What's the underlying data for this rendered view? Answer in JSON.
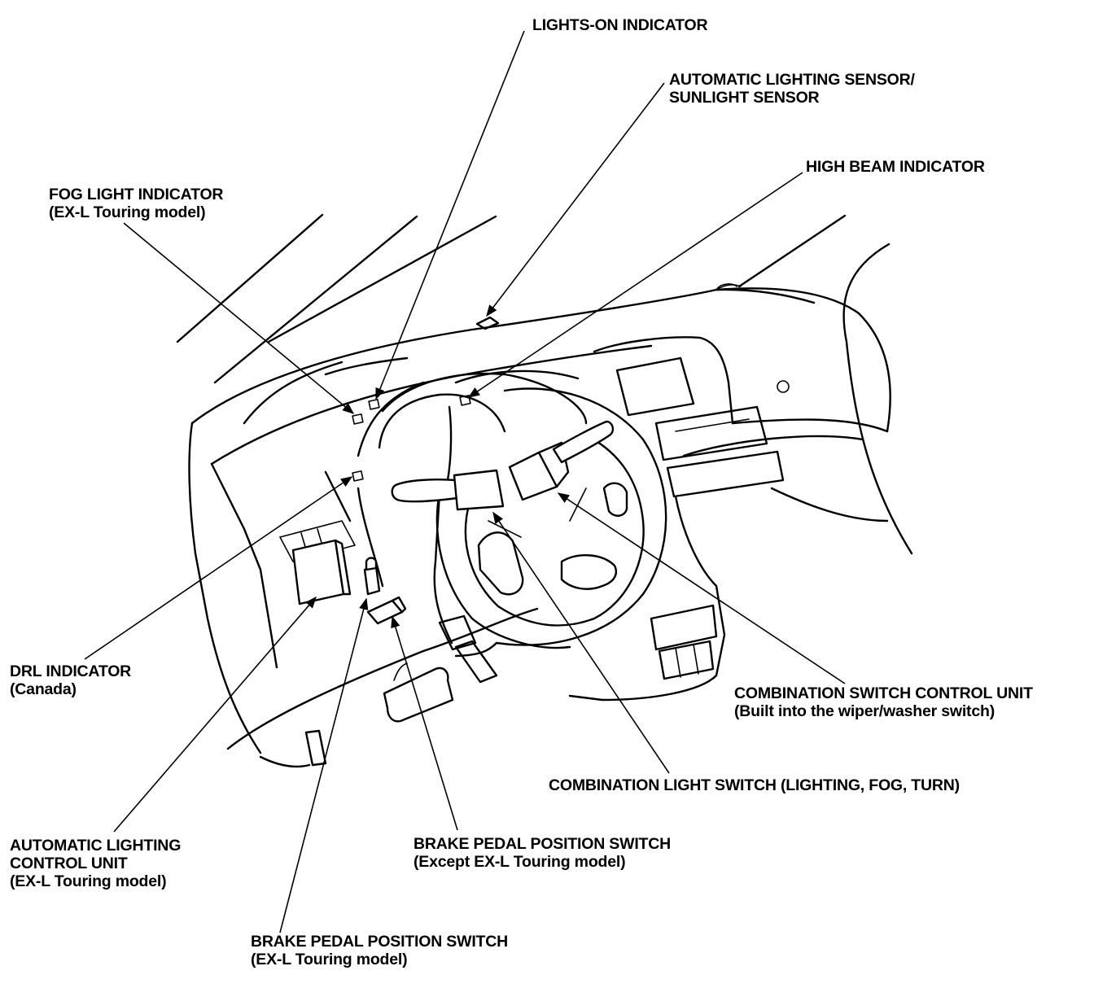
{
  "labels": {
    "lights_on": {
      "l1": "LIGHTS-ON INDICATOR"
    },
    "auto_sensor": {
      "l1": "AUTOMATIC LIGHTING SENSOR/",
      "l2": "SUNLIGHT SENSOR"
    },
    "high_beam": {
      "l1": "HIGH BEAM INDICATOR"
    },
    "fog_light": {
      "l1": "FOG LIGHT INDICATOR",
      "l2": "(EX-L Touring model)"
    },
    "drl": {
      "l1": "DRL INDICATOR",
      "l2": "(Canada)"
    },
    "combo_control": {
      "l1": "COMBINATION SWITCH CONTROL UNIT",
      "l2": "(Built into the wiper/washer switch)"
    },
    "combo_light": {
      "l1": "COMBINATION LIGHT SWITCH (LIGHTING, FOG, TURN)"
    },
    "auto_control": {
      "l1": "AUTOMATIC LIGHTING",
      "l2": "CONTROL UNIT",
      "l3": "(EX-L Touring model)"
    },
    "brake_except": {
      "l1": "BRAKE PEDAL POSITION SWITCH",
      "l2": "(Except EX-L Touring model)"
    },
    "brake_exl": {
      "l1": "BRAKE PEDAL POSITION SWITCH",
      "l2": "(EX-L Touring model)"
    }
  },
  "colors": {
    "ink": "#000000",
    "paper": "#ffffff"
  }
}
